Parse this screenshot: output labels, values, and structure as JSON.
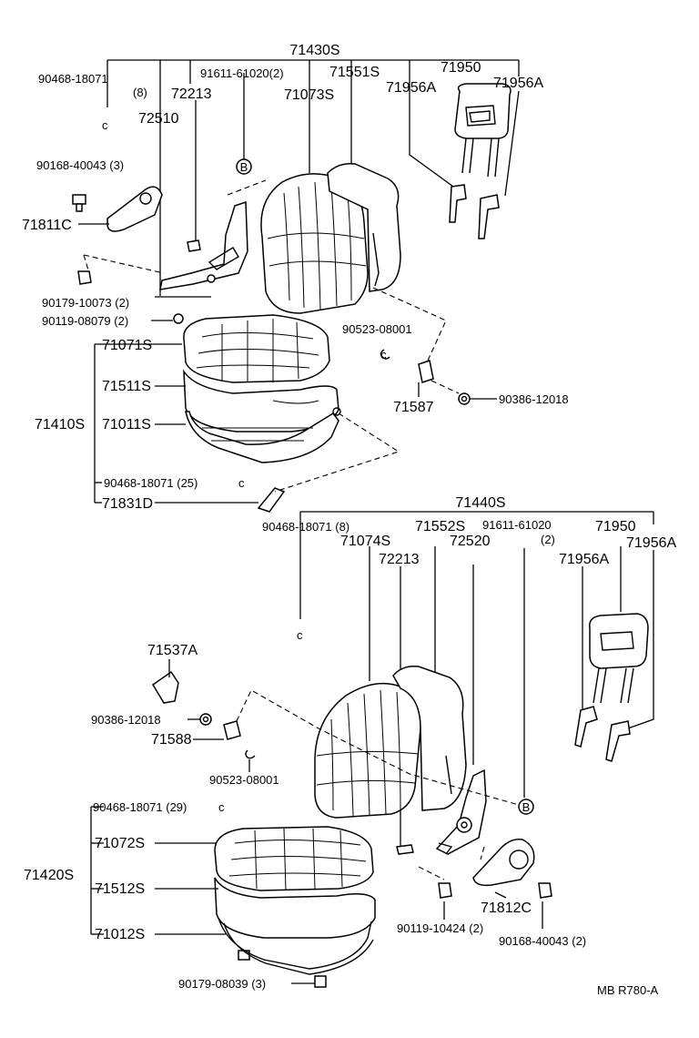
{
  "upper": {
    "group": "71430S",
    "labels": {
      "p90468_18071": "90468-18071",
      "p90468_qty": "(8)",
      "p91611_61020": "91611-61020(2)",
      "p72213": "72213",
      "p72510": "72510",
      "p71073S": "71073S",
      "p71551S": "71551S",
      "p71950": "71950",
      "p71956A_l": "71956A",
      "p71956A_r": "71956A",
      "p90168_40043": "90168-40043 (3)",
      "p71811C": "71811C",
      "p90179_10073": "90179-10073 (2)",
      "p90119_08079": "90119-08079 (2)",
      "p90523_08001": "90523-08001",
      "p71587": "71587",
      "p90386_12018": "90386-12018",
      "p71071S": "71071S",
      "p71511S": "71511S",
      "p71410S": "71410S",
      "p71011S": "71011S",
      "p90468_18071_25": "90468-18071 (25)",
      "p71831D": "71831D"
    }
  },
  "lower": {
    "group": "71440S",
    "labels": {
      "p90468_18071_8": "90468-18071 (8)",
      "p71074S": "71074S",
      "p71552S": "71552S",
      "p91611_61020": "91611-61020",
      "p91611_qty": "(2)",
      "p71950": "71950",
      "p72213": "72213",
      "p72520": "72520",
      "p71956A_l": "71956A",
      "p71956A_r": "71956A",
      "p71537A": "71537A",
      "p90386_12018": "90386-12018",
      "p71588": "71588",
      "p90523_08001": "90523-08001",
      "p90468_18071_29": "90468-18071 (29)",
      "p71072S": "71072S",
      "p71420S": "71420S",
      "p71512S": "71512S",
      "p71012S": "71012S",
      "p71812C": "71812C",
      "p90119_10424": "90119-10424 (2)",
      "p90168_40043": "90168-40043 (2)",
      "p90179_08039": "90179-08039 (3)"
    }
  },
  "markers": {
    "b": "B",
    "c": "c"
  },
  "footer": {
    "code": "MB  R780-A"
  }
}
